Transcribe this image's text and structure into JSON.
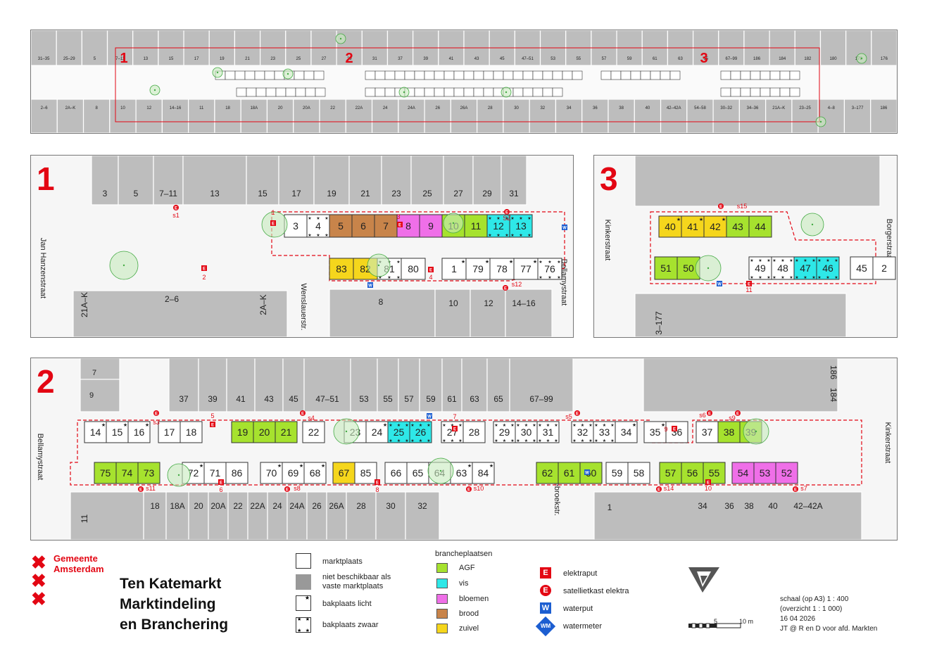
{
  "colors": {
    "AGF": "#a6e22e",
    "vis": "#2ee8e8",
    "bloemen": "#ef6fe8",
    "brood": "#c8844a",
    "zuivel": "#f5d61c",
    "red": "#e30613",
    "blue": "#1c5ed1",
    "building": "#bdbdbd"
  },
  "overview": {
    "labels": [
      "1",
      "2",
      "3"
    ],
    "street_numbers_top": [
      "31–35",
      "25–29",
      "5",
      "7–11",
      "13",
      "15",
      "17",
      "19",
      "21",
      "23",
      "25",
      "27",
      "29",
      "31",
      "37",
      "39",
      "41",
      "43",
      "45",
      "47–51",
      "53",
      "55",
      "57",
      "59",
      "61",
      "63",
      "65",
      "67–99",
      "186",
      "184",
      "182",
      "180",
      "178",
      "176"
    ],
    "street_numbers_bottom": [
      "2–6",
      "2A–K",
      "8",
      "10",
      "12",
      "14–16",
      "11",
      "18",
      "18A",
      "20",
      "20A",
      "22",
      "22A",
      "24",
      "24A",
      "26",
      "26A",
      "28",
      "30",
      "32",
      "34",
      "36",
      "38",
      "40",
      "42–42A",
      "54–58",
      "30–32",
      "34–36",
      "21A–K",
      "23–25",
      "4–8",
      "3–177",
      "186"
    ]
  },
  "panel1": {
    "label": "1",
    "buildings_top": [
      "3",
      "5",
      "7–11",
      "13",
      "15",
      "17",
      "19",
      "21",
      "23",
      "25",
      "27",
      "29",
      "31"
    ],
    "buildings_bottom": [
      "2–6",
      "21A–K",
      "2A–K",
      "8",
      "10",
      "12",
      "14–16"
    ],
    "streets": [
      "Jan Hanzenstraat",
      "Wenslauerstr.",
      "Bellamystraat"
    ],
    "stalls_top": [
      {
        "n": "3",
        "b": "",
        "m": "none"
      },
      {
        "n": "4",
        "b": "",
        "m": "heavy"
      },
      {
        "n": "5",
        "b": "brood",
        "m": "none"
      },
      {
        "n": "6",
        "b": "brood",
        "m": "none"
      },
      {
        "n": "7",
        "b": "brood",
        "m": "none"
      },
      {
        "n": "8",
        "b": "bloemen",
        "m": "none"
      },
      {
        "n": "9",
        "b": "bloemen",
        "m": "none"
      },
      {
        "n": "10",
        "b": "AGF",
        "m": "none"
      },
      {
        "n": "11",
        "b": "AGF",
        "m": "none"
      },
      {
        "n": "12",
        "b": "vis",
        "m": "heavy"
      },
      {
        "n": "13",
        "b": "vis",
        "m": "heavy"
      }
    ],
    "stalls_bottom": [
      {
        "n": "83",
        "b": "zuivel",
        "m": "none"
      },
      {
        "n": "82",
        "b": "zuivel",
        "m": "none"
      },
      {
        "n": "81",
        "b": "",
        "m": "heavy"
      },
      {
        "n": "80",
        "b": "",
        "m": "none"
      },
      {
        "n": "1",
        "b": "",
        "m": "light"
      },
      {
        "n": "79",
        "b": "",
        "m": "light"
      },
      {
        "n": "78",
        "b": "",
        "m": "light"
      },
      {
        "n": "77",
        "b": "",
        "m": "light"
      },
      {
        "n": "76",
        "b": "",
        "m": "heavy"
      }
    ],
    "markers": [
      "s1",
      "1",
      "3",
      "SZ",
      "2",
      "4",
      "s12"
    ]
  },
  "panel3": {
    "label": "3",
    "buildings": [
      "3–177"
    ],
    "streets": [
      "Kinkerstraat",
      "Borgerstraat"
    ],
    "stalls_top": [
      {
        "n": "40",
        "b": "zuivel",
        "m": "light"
      },
      {
        "n": "41",
        "b": "zuivel",
        "m": "light"
      },
      {
        "n": "42",
        "b": "zuivel",
        "m": "light"
      },
      {
        "n": "43",
        "b": "AGF",
        "m": "none"
      },
      {
        "n": "44",
        "b": "AGF",
        "m": "none"
      }
    ],
    "stalls_bottom": [
      {
        "n": "51",
        "b": "AGF",
        "m": "none"
      },
      {
        "n": "50",
        "b": "AGF",
        "m": "none"
      },
      {
        "n": "49",
        "b": "",
        "m": "heavy"
      },
      {
        "n": "48",
        "b": "",
        "m": "heavy"
      },
      {
        "n": "47",
        "b": "vis",
        "m": "heavy"
      },
      {
        "n": "46",
        "b": "vis",
        "m": "heavy"
      },
      {
        "n": "45",
        "b": "",
        "m": "none"
      },
      {
        "n": "2",
        "b": "",
        "m": "none"
      }
    ],
    "markers": [
      "s15",
      "11"
    ]
  },
  "panel2": {
    "label": "2",
    "buildings_top": [
      "7",
      "9",
      "37",
      "39",
      "41",
      "43",
      "45",
      "47–51",
      "53",
      "55",
      "57",
      "59",
      "61",
      "63",
      "65",
      "67–99",
      "186",
      "184"
    ],
    "buildings_bottom": [
      "11",
      "18",
      "18A",
      "20",
      "20A",
      "22",
      "22A",
      "24",
      "24A",
      "26",
      "26A",
      "28",
      "30",
      "32",
      "1",
      "34",
      "36",
      "38",
      "40",
      "42–42A"
    ],
    "streets": [
      "Bellamystraat",
      "Hasebroekstr.",
      "Kinkerstraat"
    ],
    "stalls_top": [
      {
        "n": "14",
        "b": "",
        "m": "light"
      },
      {
        "n": "15",
        "b": "",
        "m": "light"
      },
      {
        "n": "16",
        "b": "",
        "m": "light"
      },
      {
        "n": "17",
        "b": "",
        "m": "none"
      },
      {
        "n": "18",
        "b": "",
        "m": "none"
      },
      {
        "n": "19",
        "b": "AGF",
        "m": "none"
      },
      {
        "n": "20",
        "b": "AGF",
        "m": "none"
      },
      {
        "n": "21",
        "b": "AGF",
        "m": "none"
      },
      {
        "n": "22",
        "b": "",
        "m": "none"
      },
      {
        "n": "23",
        "b": "",
        "m": "none"
      },
      {
        "n": "24",
        "b": "",
        "m": "light"
      },
      {
        "n": "25",
        "b": "vis",
        "m": "heavy"
      },
      {
        "n": "26",
        "b": "vis",
        "m": "heavy"
      },
      {
        "n": "27",
        "b": "",
        "m": "heavy"
      },
      {
        "n": "28",
        "b": "",
        "m": "none"
      },
      {
        "n": "29",
        "b": "",
        "m": "heavy"
      },
      {
        "n": "30",
        "b": "",
        "m": "heavy"
      },
      {
        "n": "31",
        "b": "",
        "m": "heavy"
      },
      {
        "n": "32",
        "b": "",
        "m": "heavy"
      },
      {
        "n": "33",
        "b": "",
        "m": "heavy"
      },
      {
        "n": "34",
        "b": "",
        "m": "light"
      },
      {
        "n": "35",
        "b": "",
        "m": "light"
      },
      {
        "n": "36",
        "b": "",
        "m": "none"
      },
      {
        "n": "37",
        "b": "",
        "m": "none"
      },
      {
        "n": "38",
        "b": "AGF",
        "m": "none"
      },
      {
        "n": "39",
        "b": "AGF",
        "m": "none"
      }
    ],
    "stalls_bottom": [
      {
        "n": "75",
        "b": "AGF",
        "m": "none"
      },
      {
        "n": "74",
        "b": "AGF",
        "m": "none"
      },
      {
        "n": "73",
        "b": "AGF",
        "m": "none"
      },
      {
        "n": "72",
        "b": "",
        "m": "light"
      },
      {
        "n": "71",
        "b": "",
        "m": "none"
      },
      {
        "n": "86",
        "b": "",
        "m": "none"
      },
      {
        "n": "70",
        "b": "",
        "m": "light"
      },
      {
        "n": "69",
        "b": "",
        "m": "light"
      },
      {
        "n": "68",
        "b": "",
        "m": "light"
      },
      {
        "n": "67",
        "b": "zuivel",
        "m": "none"
      },
      {
        "n": "85",
        "b": "",
        "m": "none"
      },
      {
        "n": "66",
        "b": "",
        "m": "none"
      },
      {
        "n": "65",
        "b": "",
        "m": "none"
      },
      {
        "n": "64",
        "b": "",
        "m": "none"
      },
      {
        "n": "63",
        "b": "",
        "m": "light"
      },
      {
        "n": "84",
        "b": "",
        "m": "light"
      },
      {
        "n": "62",
        "b": "AGF",
        "m": "none"
      },
      {
        "n": "61",
        "b": "AGF",
        "m": "none"
      },
      {
        "n": "60",
        "b": "AGF",
        "m": "none"
      },
      {
        "n": "59",
        "b": "",
        "m": "none"
      },
      {
        "n": "58",
        "b": "",
        "m": "none"
      },
      {
        "n": "57",
        "b": "AGF",
        "m": "none"
      },
      {
        "n": "56",
        "b": "AGF",
        "m": "none"
      },
      {
        "n": "55",
        "b": "AGF",
        "m": "none"
      },
      {
        "n": "54",
        "b": "bloemen",
        "m": "none"
      },
      {
        "n": "53",
        "b": "bloemen",
        "m": "none"
      },
      {
        "n": "52",
        "b": "bloemen",
        "m": "none"
      }
    ],
    "markers": [
      "s3",
      "5",
      "s4",
      "7",
      "s5",
      "s6",
      "s9",
      "9",
      "s11",
      "6",
      "s8",
      "8",
      "s10",
      "s14",
      "10",
      "s7"
    ]
  },
  "legend": {
    "org": [
      "Gemeente",
      "Amsterdam"
    ],
    "title": [
      "Ten Katemarkt",
      "Marktindeling",
      "en Branchering"
    ],
    "items": [
      "marktplaats",
      "niet beschikbaar als vaste marktplaats",
      "bakplaats licht",
      "bakplaats zwaar"
    ],
    "branche_title": "brancheplaatsen",
    "branches": [
      "AGF",
      "vis",
      "bloemen",
      "brood",
      "zuivel"
    ],
    "symbols": [
      {
        "icon": "E",
        "label": "elektraput"
      },
      {
        "icon": "E",
        "label": "satellietkast elektra"
      },
      {
        "icon": "W",
        "label": "waterput"
      },
      {
        "icon": "WM",
        "label": "watermeter"
      }
    ],
    "scale_ticks": [
      "5",
      "10 m"
    ],
    "info": [
      "schaal (op A3) 1 : 400",
      "(overzicht 1 : 1 000)",
      "16 04 2026",
      "JT @ R en D  voor afd. Markten"
    ]
  }
}
